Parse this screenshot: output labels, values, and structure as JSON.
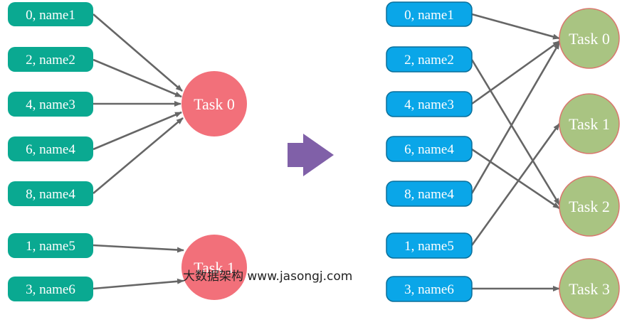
{
  "colors": {
    "left_record_fill": "#0aa991",
    "right_record_fill": "#0aa6e8",
    "right_record_stroke": "#0a6f9a",
    "left_task_fill": "#f2707a",
    "right_task_fill": "#a9c482",
    "right_task_stroke": "#d9776e",
    "arrow": "#666666",
    "transform_arrow": "#8060a8"
  },
  "left": {
    "records": [
      "0, name1",
      "2, name2",
      "4, name3",
      "6, name4",
      "8, name4",
      "1, name5",
      "3, name6"
    ],
    "tasks": [
      "Task 0",
      "Task 1"
    ]
  },
  "right": {
    "records": [
      "0, name1",
      "2, name2",
      "4, name3",
      "6, name4",
      "8, name4",
      "1, name5",
      "3, name6"
    ],
    "tasks": [
      "Task 0",
      "Task 1",
      "Task 2",
      "Task 3"
    ]
  },
  "watermark": "大数据架构 www.jasongj.com",
  "icons": [
    "transform-arrow-icon"
  ]
}
